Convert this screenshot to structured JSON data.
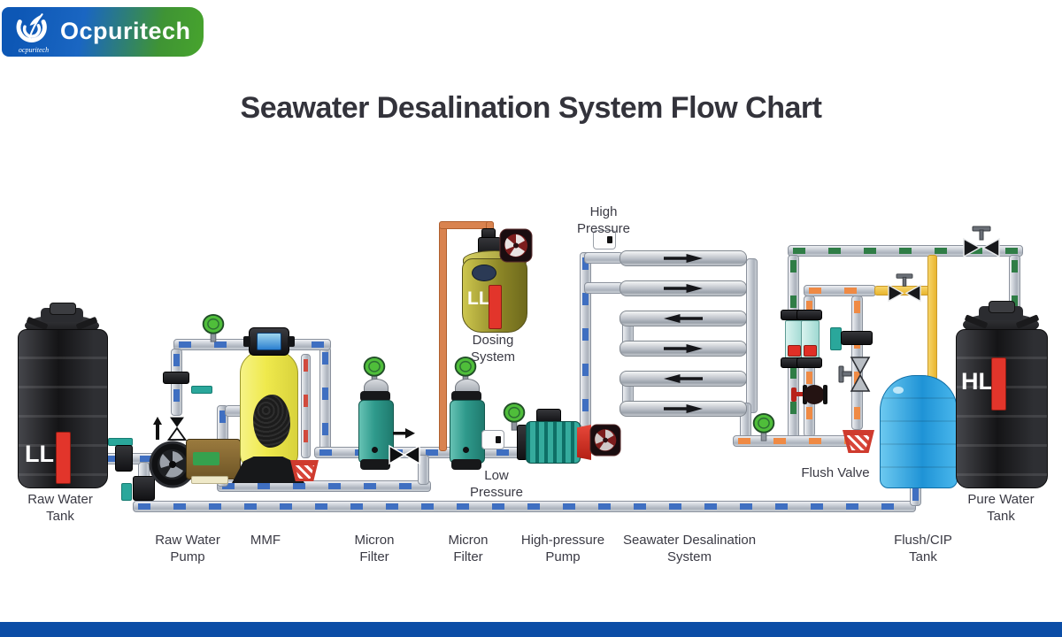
{
  "brand": {
    "name": "Ocpuritech",
    "wordmark_script": "ocpuritech"
  },
  "title": "Seawater Desalination System Flow Chart",
  "labels": {
    "raw_water_tank": "Raw Water Tank",
    "raw_water_pump": "Raw Water Pump",
    "mmf": "MMF",
    "micron_filter_1": "Micron Filter",
    "micron_filter_2": "Micron Filter",
    "dosing_system": "Dosing System",
    "low_pressure": "Low Pressure",
    "high_pressure": "High Pressure",
    "high_pressure_pump": "High-pressure Pump",
    "ro_system": "Seawater Desalination System",
    "flush_valve": "Flush Valve",
    "flush_cip_tank": "Flush/CIP Tank",
    "pure_water_tank": "Pure Water Tank"
  },
  "level_marks": {
    "raw_water_tank": "LL",
    "dosing_system": "LL",
    "pure_water_tank": "HL"
  },
  "membranes": {
    "count": 6,
    "flow_arrows": [
      "right",
      "right",
      "left",
      "right",
      "left",
      "right"
    ]
  },
  "colors": {
    "banner_blue": "#0d57b5",
    "banner_green": "#47a42d",
    "footer_bar": "#0b4da6",
    "title_text": "#33333b",
    "label_text": "#3a3a44",
    "pipe_gray": "#c3c9d1",
    "dash_blue": "#3f6fc1",
    "dash_green": "#2f7d46",
    "dash_red": "#d14a3d",
    "dash_orange": "#ef8a44",
    "dosing_pipe_orange": "#d9834f",
    "yellow_pipe": "#eec04a",
    "mmf_yellow": "#f0ec53",
    "filter_teal": "#2f9a8c",
    "hp_pump_teal": "#37b2a4",
    "flush_tank_blue": "#2da3e0",
    "tank_black": "#1e1f21",
    "level_red": "#e2352b",
    "gauge_green": "#4fbe3a"
  }
}
